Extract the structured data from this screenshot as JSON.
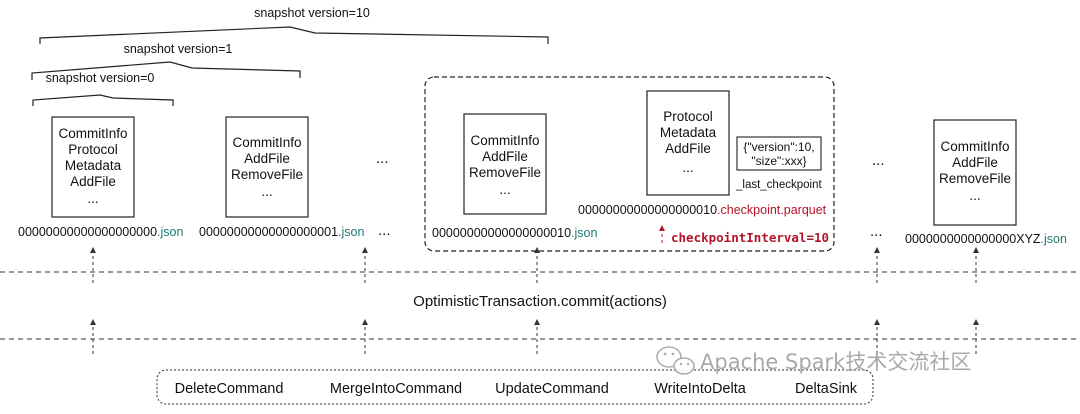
{
  "snapshots": [
    {
      "label": "snapshot version=10"
    },
    {
      "label": "snapshot version=1"
    },
    {
      "label": "snapshot version=0"
    }
  ],
  "files": [
    {
      "lines": [
        "CommitInfo",
        "Protocol",
        "Metadata",
        "AddFile",
        "..."
      ],
      "name": "00000000000000000000",
      "ext": ".json"
    },
    {
      "lines": [
        "CommitInfo",
        "AddFile",
        "RemoveFile",
        "..."
      ],
      "name": "00000000000000000001",
      "ext": ".json"
    },
    {
      "lines": [
        "CommitInfo",
        "AddFile",
        "RemoveFile",
        "..."
      ],
      "name": "00000000000000000010",
      "ext": ".json"
    },
    {
      "lines": [
        "Protocol",
        "Metadata",
        "AddFile",
        "..."
      ],
      "name": "00000000000000000010",
      "ext": ".checkpoint.parquet"
    },
    {
      "lines": [
        "CommitInfo",
        "AddFile",
        "RemoveFile",
        "..."
      ],
      "name": "0000000000000000XYZ",
      "ext": ".json"
    }
  ],
  "checkpoint": {
    "json_line1": "{\"version\":10,",
    "json_line2": "\"size\":xxx}",
    "file_label": "_last_checkpoint",
    "interval": "checkpointInterval=10"
  },
  "ellipsis": "...",
  "commit_label": "OptimisticTransaction.commit(actions)",
  "commands": [
    "DeleteCommand",
    "MergeIntoCommand",
    "UpdateCommand",
    "WriteIntoDelta",
    "DeltaSink"
  ],
  "watermark": "Apache Spark技术交流社区",
  "watermark_icon": "wechat-icon"
}
